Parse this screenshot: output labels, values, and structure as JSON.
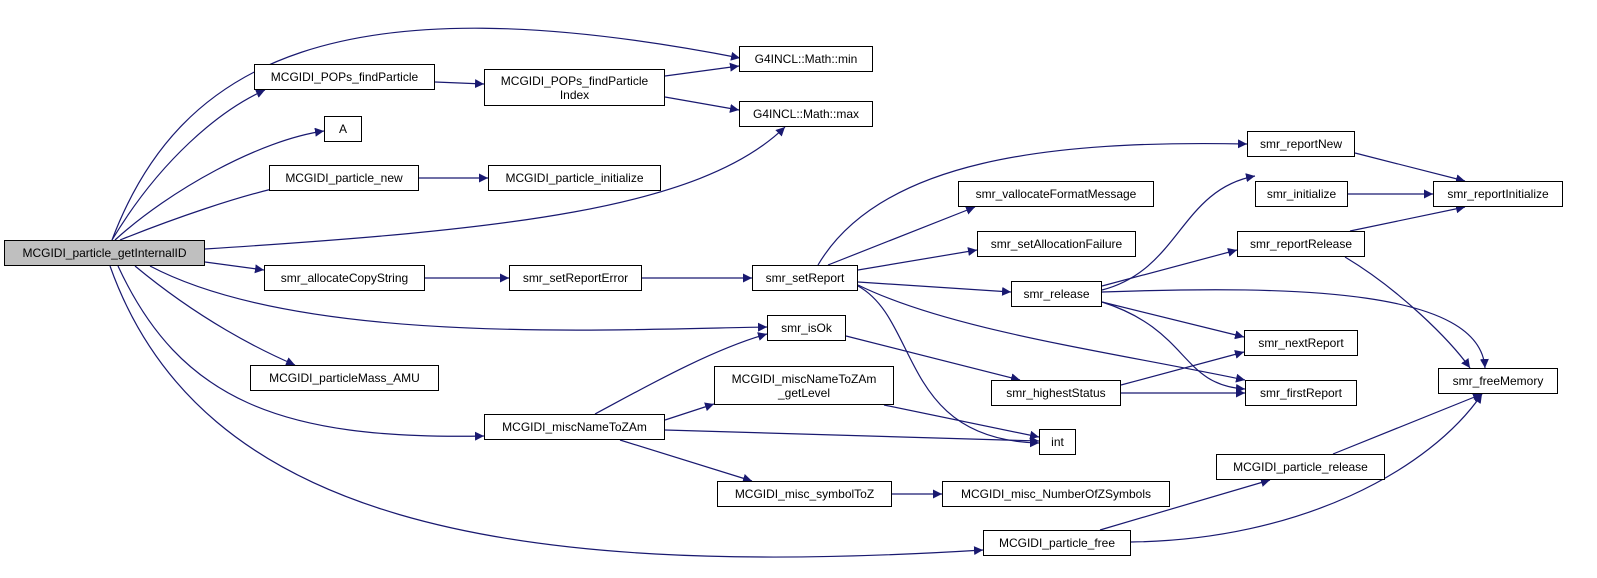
{
  "colors": {
    "edge": "#191970",
    "root_fill": "#bfbfbf",
    "node_fill": "#ffffff",
    "node_border": "#000000"
  },
  "nodes": {
    "root": "MCGIDI_particle_getInternalID",
    "pops_find": "MCGIDI_POPs_findParticle",
    "pops_find_index": [
      "MCGIDI_POPs_findParticle",
      "Index"
    ],
    "math_min": "G4INCL::Math::min",
    "math_max": "G4INCL::Math::max",
    "a": "A",
    "particle_new": "MCGIDI_particle_new",
    "particle_initialize": "MCGIDI_particle_initialize",
    "smr_alloc_copy": "smr_allocateCopyString",
    "smr_set_report_error": "smr_setReportError",
    "smr_set_report": "smr_setReport",
    "smr_report_new": "smr_reportNew",
    "smr_valloc": "smr_vallocateFormatMessage",
    "smr_set_alloc_fail": "smr_setAllocationFailure",
    "smr_initialize": "smr_initialize",
    "smr_report_initialize": "smr_reportInitialize",
    "smr_report_release": "smr_reportRelease",
    "smr_release": "smr_release",
    "smr_is_ok": "smr_isOk",
    "smr_next_report": "smr_nextReport",
    "smr_first_report": "smr_firstReport",
    "smr_highest_status": "smr_highestStatus",
    "smr_free_memory": "smr_freeMemory",
    "particle_mass": "MCGIDI_particleMass_AMU",
    "misc_name_to_zam": "MCGIDI_miscNameToZAm",
    "misc_name_get_level": [
      "MCGIDI_miscNameToZAm",
      "_getLevel"
    ],
    "int": "int",
    "misc_symbol_to_z": "MCGIDI_misc_symbolToZ",
    "misc_number_of_z": "MCGIDI_misc_NumberOfZSymbols",
    "particle_release": "MCGIDI_particle_release",
    "particle_free": "MCGIDI_particle_free"
  }
}
